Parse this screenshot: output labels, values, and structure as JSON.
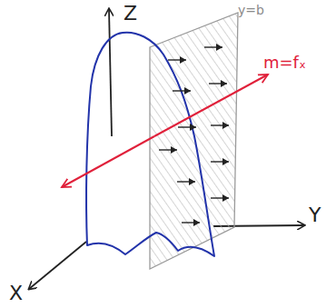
{
  "diagram": {
    "labels": [
      "Z",
      "y=b",
      "m=fₓ",
      "Y",
      "X"
    ]
  }
}
